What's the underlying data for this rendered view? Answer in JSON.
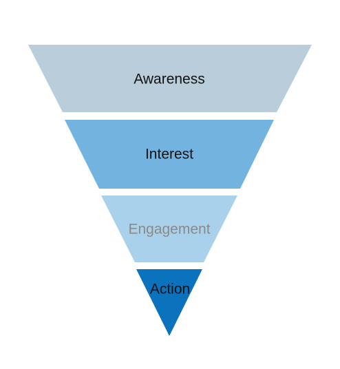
{
  "diagram": {
    "type": "funnel",
    "stages": [
      {
        "label": "Awareness",
        "fill": "#b9cddb",
        "text_color": "#111111"
      },
      {
        "label": "Interest",
        "fill": "#73b3e0",
        "text_color": "#111111"
      },
      {
        "label": "Engagement",
        "fill": "#a9d1ec",
        "text_color": "#8a8a8a"
      },
      {
        "label": "Action",
        "fill": "#0b72bd",
        "text_color": "#111111"
      }
    ]
  }
}
